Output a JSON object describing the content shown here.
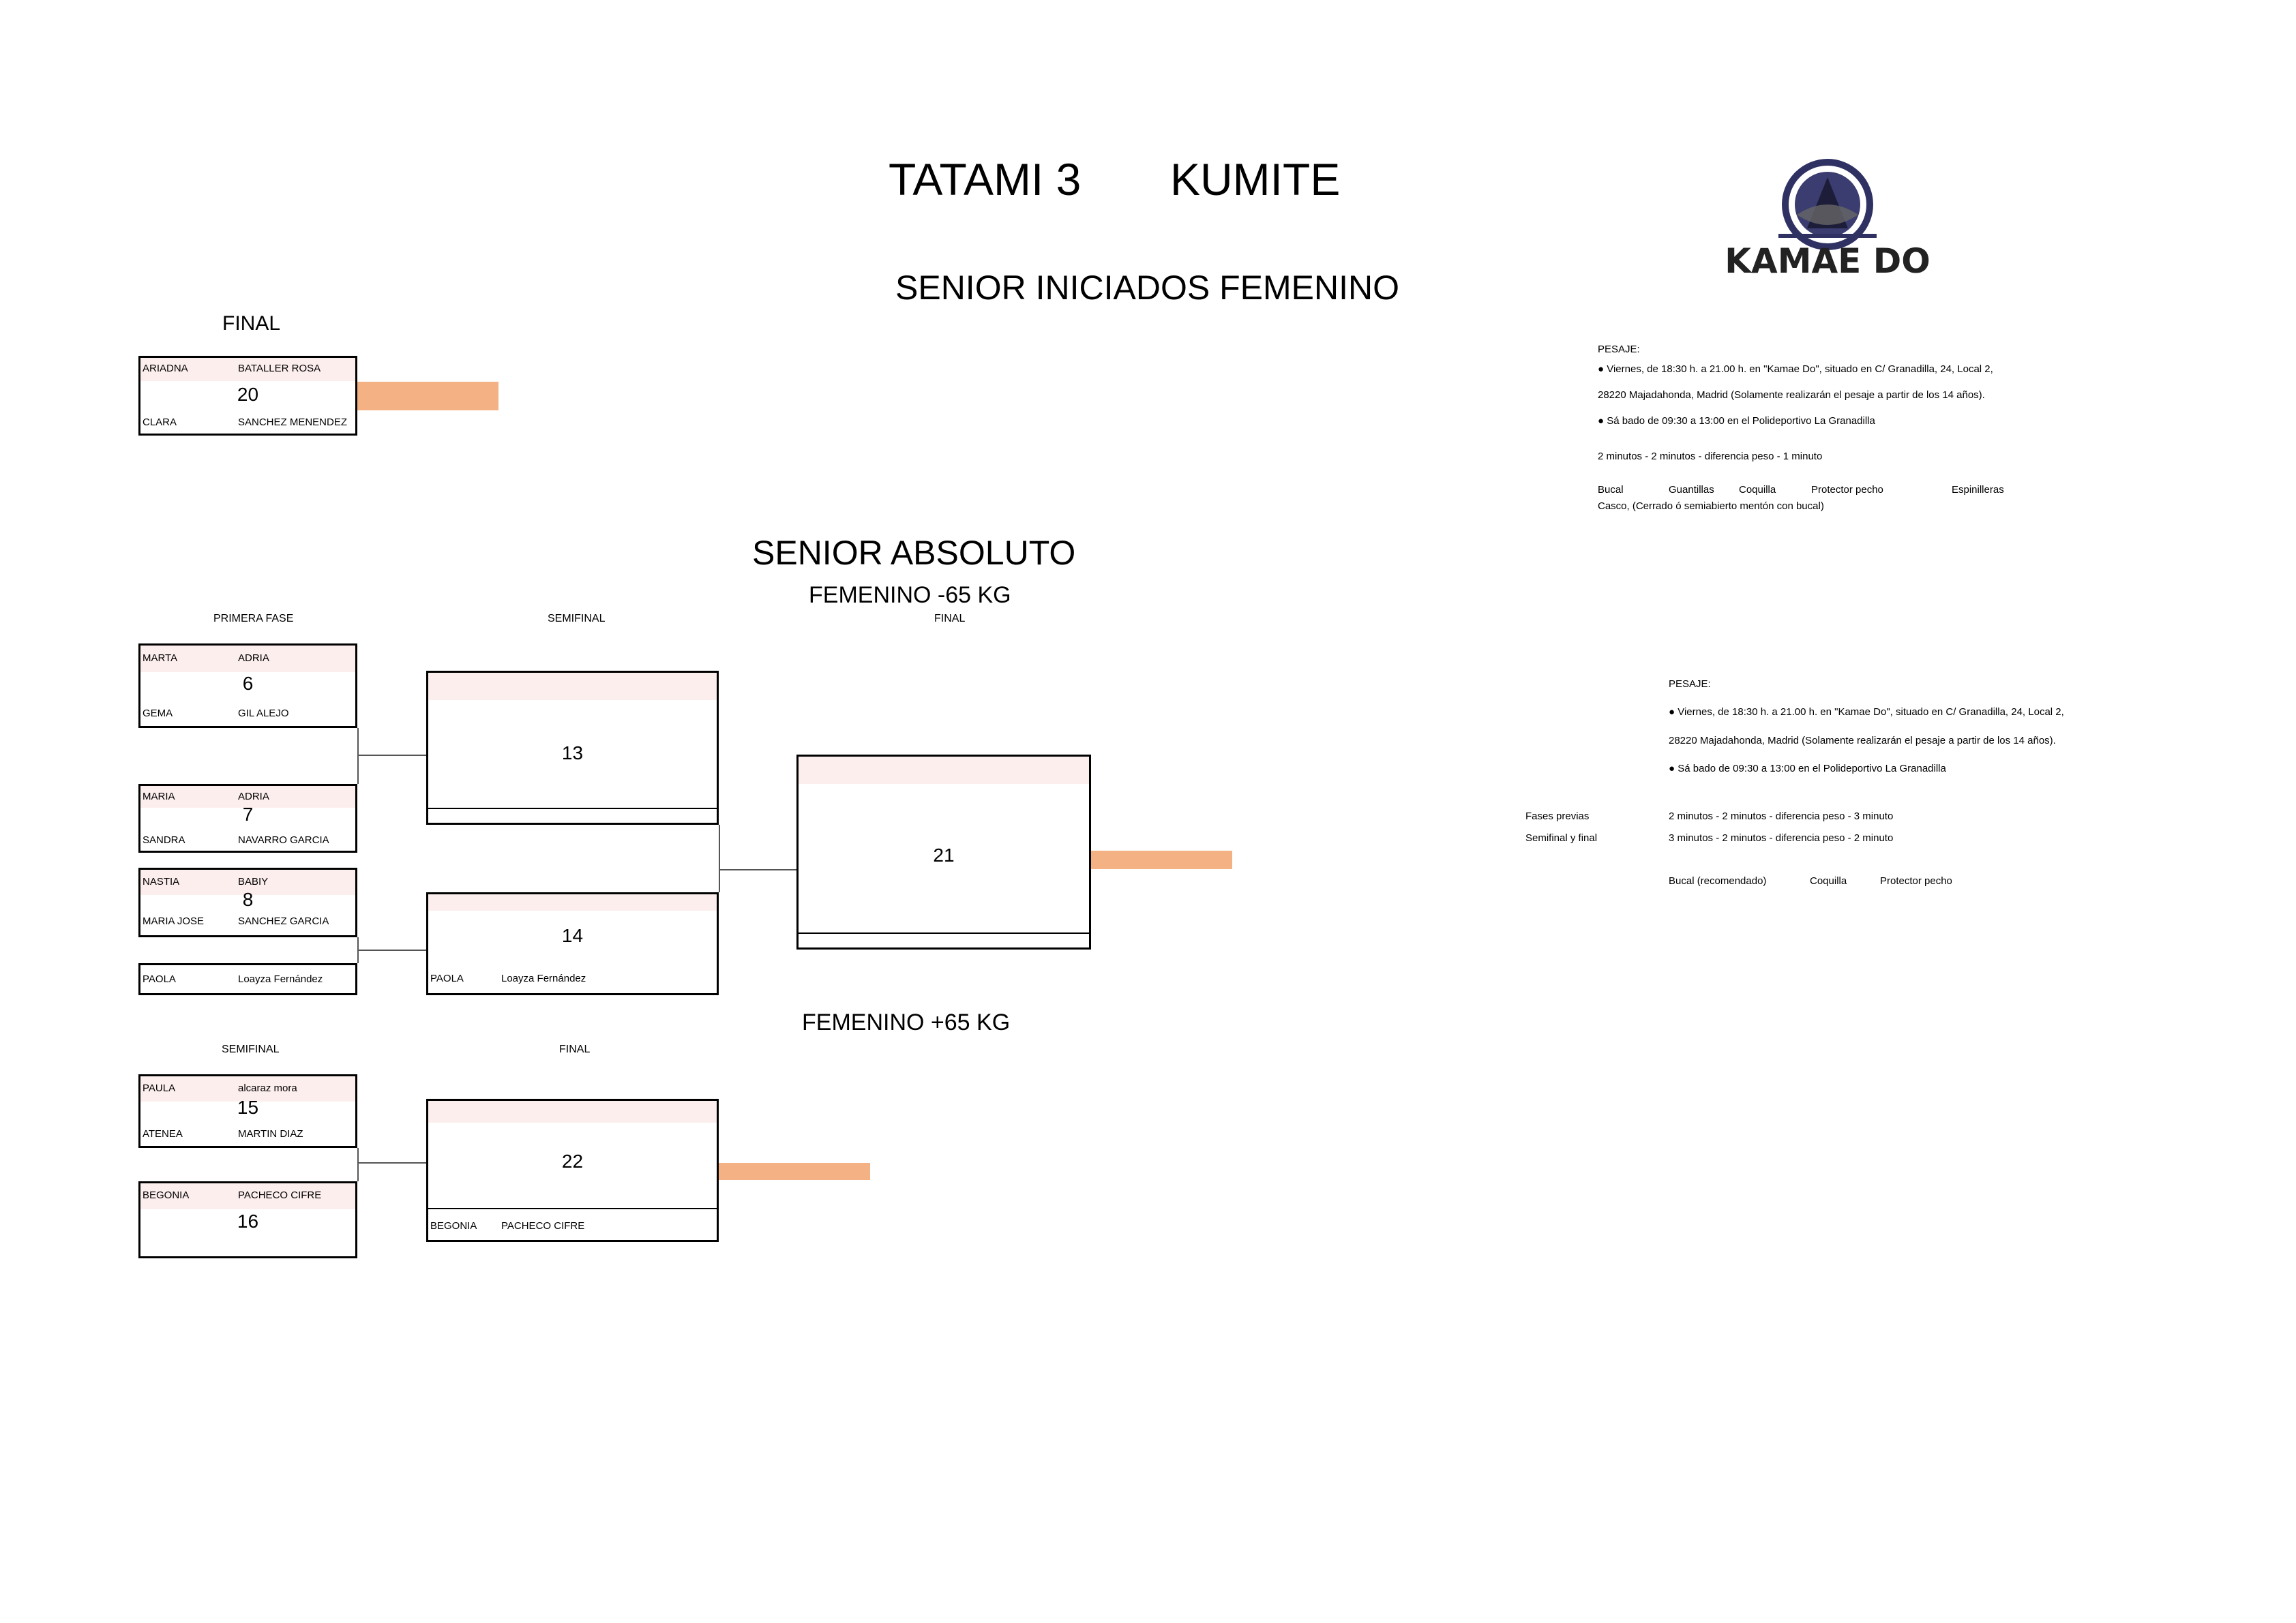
{
  "header": {
    "tatami": "TATAMI 3",
    "discipline": "KUMITE",
    "logo_text": "KAMAE DO"
  },
  "section_iniciados": {
    "title": "SENIOR INICIADOS FEMENINO",
    "round_label": "FINAL",
    "match": {
      "number": "20",
      "red": {
        "first": "ARIADNA",
        "last": "BATALLER ROSA"
      },
      "blue": {
        "first": "CLARA",
        "last": "SANCHEZ MENENDEZ"
      }
    }
  },
  "info_top": {
    "pesaje": "PESAJE:",
    "line1": "● Viernes, de 18:30 h. a 21.00 h. en \"Kamae Do\", situado en C/ Granadilla, 24, Local 2,",
    "line2": "28220 Majadahonda, Madrid (Solamente realizarán el pesaje a partir de los 14 años).",
    "line3": "● Sá bado de 09:30 a 13:00 en el Polideportivo La Granadilla",
    "times": "2 minutos - 2 minutos - diferencia peso - 1 minuto",
    "equipment": [
      "Bucal",
      "Guantillas",
      "Coquilla",
      "Protector pecho",
      "Espinilleras"
    ],
    "equipment2": "Casco, (Cerrado ó semiabierto mentón con bucal)"
  },
  "section_absoluto": {
    "title": "SENIOR ABSOLUTO",
    "cat_minus65": {
      "title": "FEMENINO -65 KG",
      "rounds": {
        "r1": "PRIMERA FASE",
        "r2": "SEMIFINAL",
        "r3": "FINAL"
      },
      "m6": {
        "number": "6",
        "red": {
          "first": "MARTA",
          "last": "ADRIA"
        },
        "blue": {
          "first": "GEMA",
          "last": "GIL ALEJO"
        }
      },
      "m7": {
        "number": "7",
        "red": {
          "first": "MARIA",
          "last": "ADRIA"
        },
        "blue": {
          "first": "SANDRA",
          "last": "NAVARRO GARCIA"
        }
      },
      "m8": {
        "number": "8",
        "red": {
          "first": "NASTIA",
          "last": "BABIY"
        },
        "blue": {
          "first": "MARIA JOSE",
          "last": "SANCHEZ GARCIA"
        }
      },
      "bye": {
        "first": "PAOLA",
        "last": "Loayza Fernández"
      },
      "m13": {
        "number": "13"
      },
      "m14": {
        "number": "14",
        "blue": {
          "first": "PAOLA",
          "last": "Loayza Fernández"
        }
      },
      "m21": {
        "number": "21"
      }
    },
    "cat_plus65": {
      "title": "FEMENINO +65 KG",
      "rounds": {
        "r1": "SEMIFINAL",
        "r2": "FINAL"
      },
      "m15": {
        "number": "15",
        "red": {
          "first": "PAULA",
          "last": "alcaraz mora"
        },
        "blue": {
          "first": "ATENEA",
          "last": "MARTIN DIAZ"
        }
      },
      "m16": {
        "number": "16",
        "red": {
          "first": "BEGONIA",
          "last": "PACHECO CIFRE"
        }
      },
      "m22": {
        "number": "22",
        "blue": {
          "first": "BEGONIA",
          "last": "PACHECO CIFRE"
        }
      }
    }
  },
  "info_right": {
    "pesaje": "PESAJE:",
    "line1": "● Viernes, de 18:30 h. a 21.00 h. en \"Kamae Do\", situado en C/ Granadilla, 24, Local 2,",
    "line2": "28220 Majadahonda, Madrid (Solamente realizarán el pesaje a partir de los 14 años).",
    "line3": "● Sá bado de 09:30 a 13:00 en el Polideportivo La Granadilla",
    "fases_label": "Fases previas",
    "fases_value": "2 minutos - 2 minutos - diferencia peso - 3 minuto",
    "semi_label": "Semifinal y final",
    "semi_value": "3 minutos - 2 minutos - diferencia peso - 2 minuto",
    "equipment": [
      "Bucal (recomendado)",
      "Coquilla",
      "Protector pecho"
    ]
  },
  "colors": {
    "red_band": "#fdeeee",
    "winner_bar": "#f4b183"
  }
}
